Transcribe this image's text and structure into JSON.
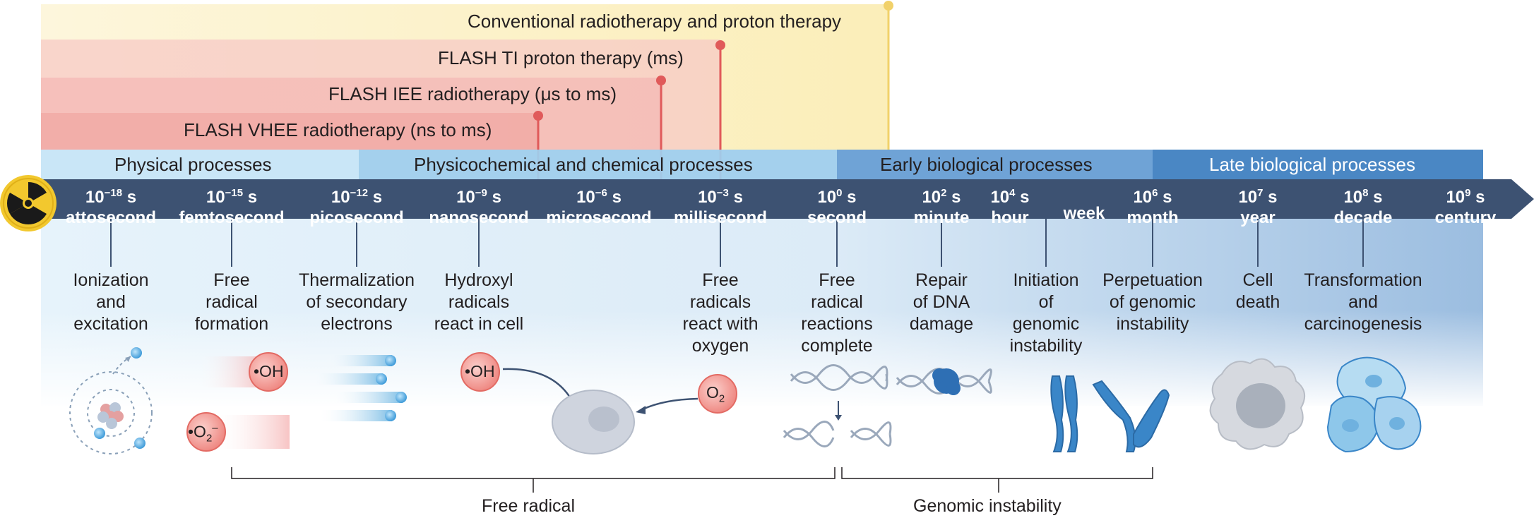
{
  "therapies": [
    {
      "label": "Conventional radiotherapy and proton therapy",
      "color": "#f3d77a"
    },
    {
      "label": "FLASH TI proton therapy (ms)",
      "color": "#e05a5a"
    },
    {
      "label": "FLASH IEE radiotherapy (μs to ms)",
      "color": "#e05a5a"
    },
    {
      "label": "FLASH VHEE radiotherapy (ns to ms)",
      "color": "#e05a5a"
    }
  ],
  "process_bands": [
    {
      "label": "Physical processes",
      "color": "#c9e6f7"
    },
    {
      "label": "Physicochemical and chemical processes",
      "color": "#9fcdec"
    },
    {
      "label": "Early biological processes",
      "color": "#6fa3d6"
    },
    {
      "label": "Late biological processes",
      "color": "#4a87c4"
    }
  ],
  "timeline_ticks": [
    {
      "base": "10",
      "exp": "−18",
      "unit": "s",
      "name": "attosecond"
    },
    {
      "base": "10",
      "exp": "−15",
      "unit": "s",
      "name": "femtosecond"
    },
    {
      "base": "10",
      "exp": "−12",
      "unit": "s",
      "name": "picosecond"
    },
    {
      "base": "10",
      "exp": "−9",
      "unit": "s",
      "name": "nanosecond"
    },
    {
      "base": "10",
      "exp": "−6",
      "unit": "s",
      "name": "microsecond"
    },
    {
      "base": "10",
      "exp": "−3",
      "unit": "s",
      "name": "millisecond"
    },
    {
      "base": "10",
      "exp": "0",
      "unit": "s",
      "name": "second"
    },
    {
      "base": "10",
      "exp": "2",
      "unit": "s",
      "name": "minute"
    },
    {
      "base": "10",
      "exp": "4",
      "unit": "s",
      "name": "hour"
    },
    {
      "base": "",
      "exp": "",
      "unit": "",
      "name": "week"
    },
    {
      "base": "10",
      "exp": "6",
      "unit": "s",
      "name": "month"
    },
    {
      "base": "10",
      "exp": "7",
      "unit": "s",
      "name": "year"
    },
    {
      "base": "10",
      "exp": "8",
      "unit": "s",
      "name": "decade"
    },
    {
      "base": "10",
      "exp": "9",
      "unit": "s",
      "name": "century"
    }
  ],
  "events": [
    {
      "lines": [
        "Ionization",
        "and",
        "excitation"
      ]
    },
    {
      "lines": [
        "Free",
        "radical",
        "formation"
      ]
    },
    {
      "lines": [
        "Thermalization",
        "of secondary",
        "electrons"
      ]
    },
    {
      "lines": [
        "Hydroxyl",
        "radicals",
        "react in cell"
      ]
    },
    {
      "lines": [
        "Free",
        "radicals",
        "react with",
        "oxygen"
      ]
    },
    {
      "lines": [
        "Free",
        "radical",
        "reactions",
        "complete"
      ]
    },
    {
      "lines": [
        "Repair",
        "of DNA",
        "damage"
      ]
    },
    {
      "lines": [
        "Initiation",
        "of",
        "genomic",
        "instability"
      ]
    },
    {
      "lines": [
        "Perpetuation",
        "of genomic",
        "instability"
      ]
    },
    {
      "lines": [
        "Cell",
        "death"
      ]
    },
    {
      "lines": [
        "Transformation",
        "and",
        "carcinogenesis"
      ]
    }
  ],
  "molecules": {
    "hydroxyl": "•OH",
    "superoxide_base": "•O",
    "superoxide_sub": "2",
    "superoxide_sup": "–",
    "oxygen_base": "O",
    "oxygen_sub": "2"
  },
  "brackets": [
    {
      "label": "Free radical"
    },
    {
      "label": "Genomic instability"
    }
  ],
  "colors": {
    "timeline": "#3d5272",
    "radiation_symbol": "#f2c82e",
    "cell": "#cfd4de",
    "chromosome": "#3a86c8"
  }
}
